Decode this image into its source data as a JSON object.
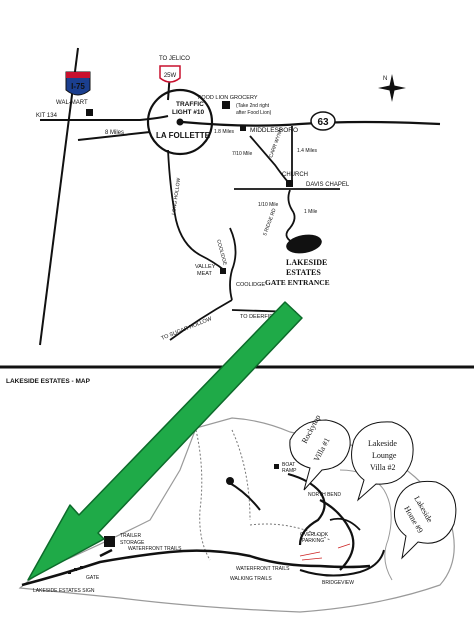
{
  "top_map": {
    "roads": {
      "i75": "I-75",
      "kit": "KIT 134",
      "hwy25w": "25W",
      "hwy63": "63",
      "to_jelico": "TO JELICO",
      "long_hollow": "LONG HOLLOW",
      "carr_wynn": "CARR WYNN",
      "davis_chapel": "DAVIS CHAPEL",
      "five_ridge": "5 RIDGE RD",
      "coolidge_rd": "COOLIDGE",
      "to_sugar": "TO SUGAR HOLLOW",
      "to_deerfield": "TO DEERFIELD"
    },
    "places": {
      "walmart": "WAL-MART",
      "traffic_light_1": "TRAFFIC",
      "traffic_light_2": "LIGHT #10",
      "la_follette": "LA FOLLETTE",
      "food_lion_1": "FOOD LION GROCERY",
      "food_lion_2": "(Take 2nd right",
      "food_lion_3": "after Food Lion)",
      "middlesboro": "MIDDLESBORO",
      "church": "CHURCH",
      "valley_meat_1": "VALLEY",
      "valley_meat_2": "MEAT",
      "coolidge": "COOLIDGE",
      "lakeside_1": "LAKESIDE",
      "lakeside_2": "ESTATES",
      "gate_entrance": "GATE ENTRANCE"
    },
    "distances": {
      "eight_miles": "8 Miles",
      "one_eight": "1.8 Miles",
      "one_four": "1.4 Miles",
      "seven_tenths": "7/10 Mile",
      "one_tenth": "1/10 Mile",
      "one_mile": "1 Mile"
    },
    "compass_label": "N"
  },
  "bottom_map": {
    "title": "LAKESIDE ESTATES - MAP",
    "callouts": {
      "rocky_top_1": "Rockytop",
      "rocky_top_2": "Villa #1",
      "lounge_1": "Lakeside",
      "lounge_2": "Lounge",
      "lounge_3": "Villa #2",
      "home_1": "Lakeside",
      "home_2": "Home #9"
    },
    "labels": {
      "sign": "LAKESIDE ESTATES SIGN",
      "gate": "GATE",
      "trailer": "TRAILER",
      "storage": "STORAGE",
      "waterfront_trails_1": "WATERFRONT TRAILS",
      "waterfront_trails_2": "WATERFRONT TRAILS",
      "walking_trails": "WALKING TRAILS",
      "boat_ramp_1": "BOAT",
      "boat_ramp_2": "RAMP",
      "north_bend": "NORTH BEND",
      "overlook_1": "OVERLOOK",
      "overlook_2": "PARKING",
      "bridgeview": "BRIDGEVIEW"
    }
  },
  "colors": {
    "ink": "#111111",
    "arrow_fill": "#1faa48",
    "arrow_edge": "#0d6b2b",
    "hwy_shield": "#c8102e",
    "i75_shield": "#1b3f8f",
    "map_line": "#9a9a9a",
    "red_note": "#cc2222"
  }
}
